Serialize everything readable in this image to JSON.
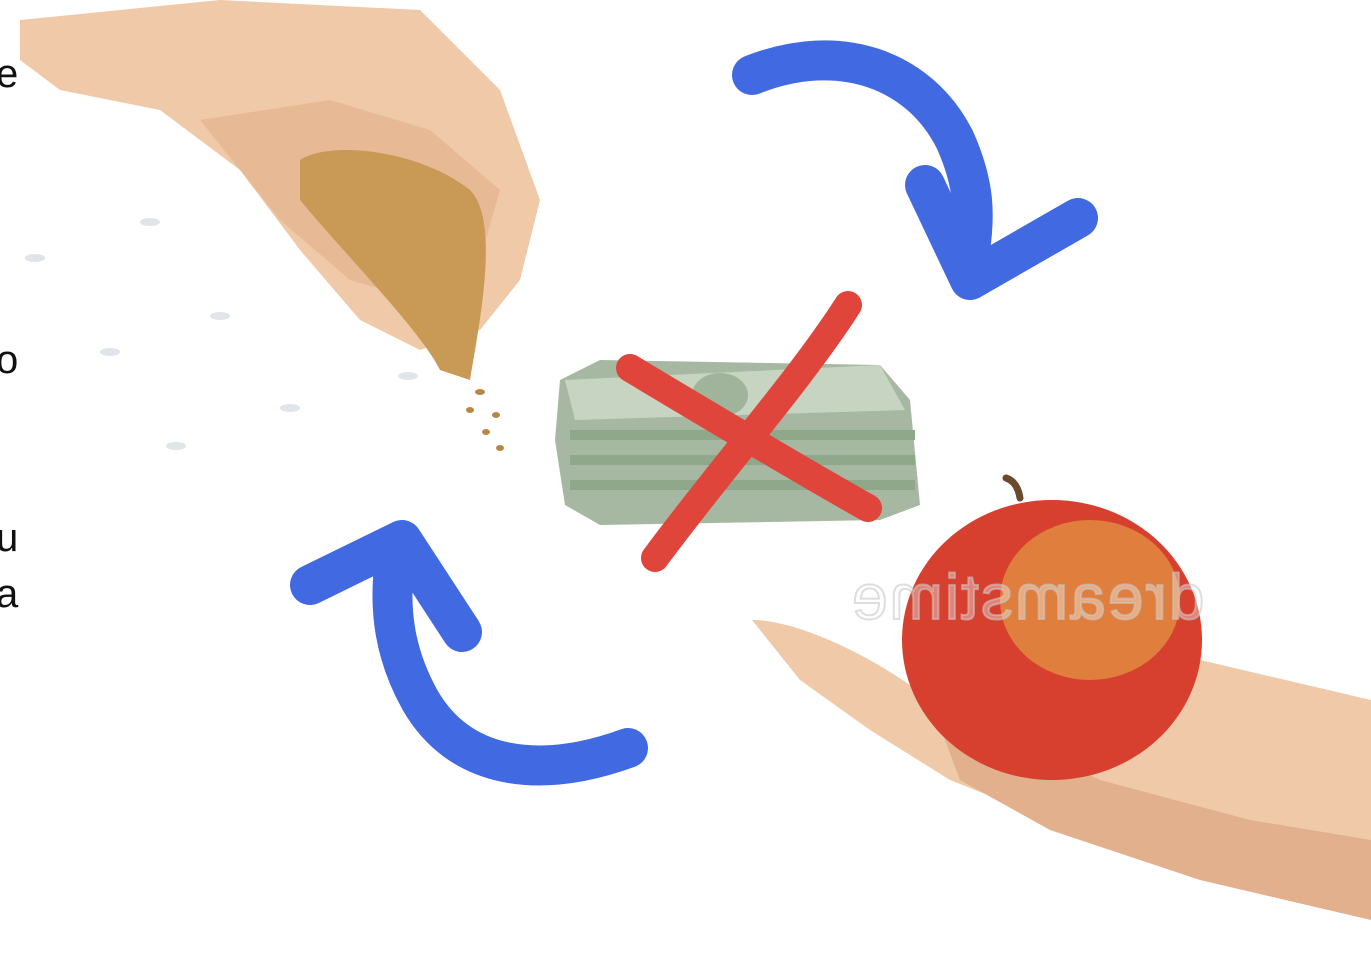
{
  "edge_text": {
    "line1": "e",
    "line2": "o",
    "line3": "u",
    "line4": "a"
  },
  "watermark": "dreamstime",
  "colors": {
    "arrow": "#4169E1",
    "cross": "#E0453C",
    "money_green": "#8FA88A",
    "apple_red": "#D7402E",
    "apple_yellow": "#E7B04A",
    "skin": "#EFC9A8",
    "grain": "#C99A55"
  },
  "icons": {
    "arrow_top": "curved-arrow-down-icon",
    "arrow_bottom": "curved-arrow-up-icon",
    "cross": "x-mark-icon"
  }
}
